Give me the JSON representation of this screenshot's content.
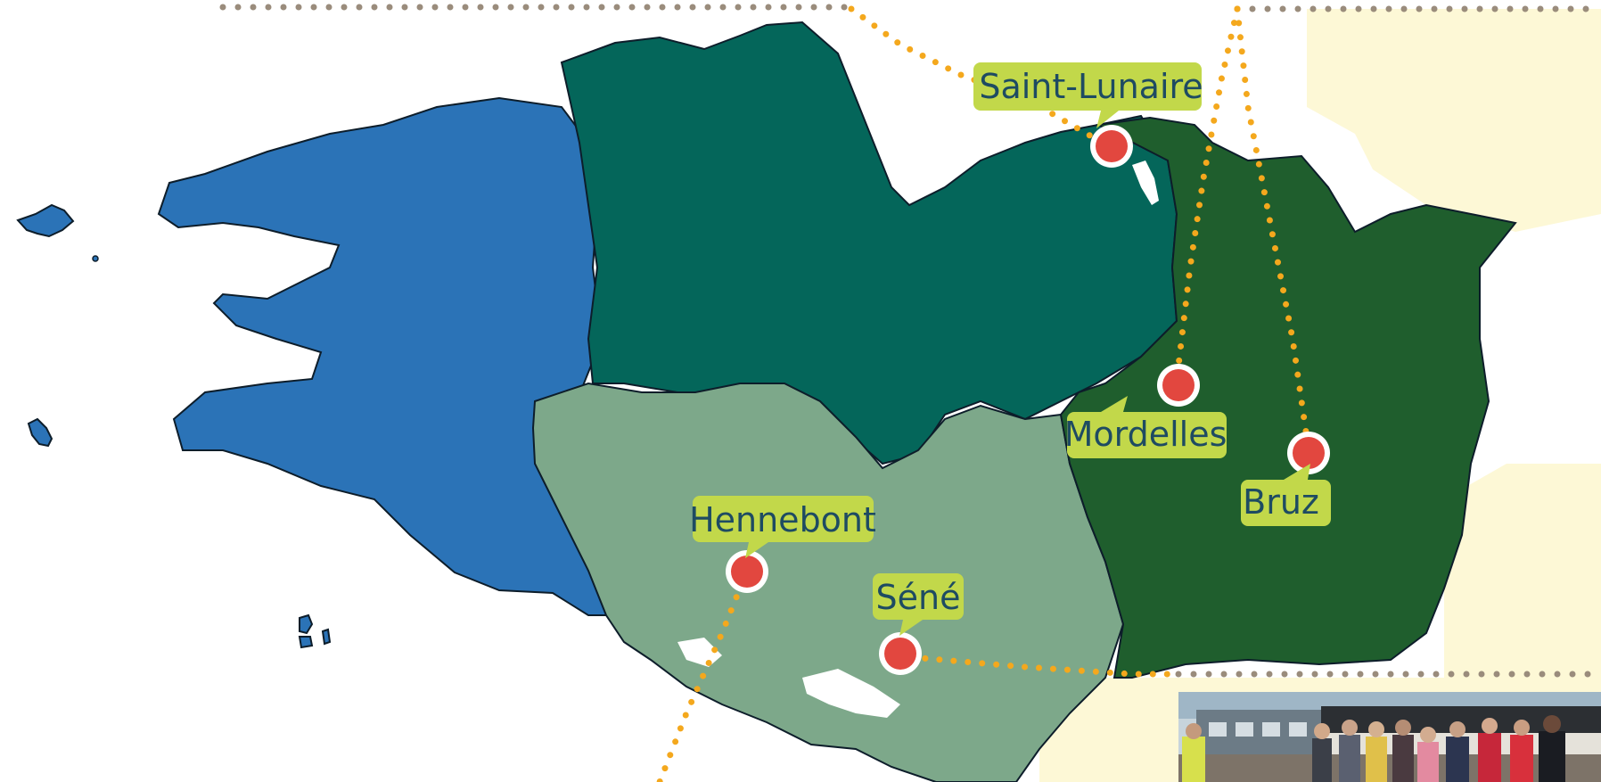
{
  "map": {
    "regions": [
      {
        "id": "finistere",
        "color": "#2b73b7"
      },
      {
        "id": "cotes-d-armor",
        "color": "#04665a"
      },
      {
        "id": "morbihan",
        "color": "#7da88a"
      },
      {
        "id": "ille-et-vilaine",
        "color": "#1f5e2d"
      },
      {
        "id": "neighbour",
        "color": "#fdf8d6"
      }
    ],
    "places": [
      {
        "key": "saint_lunaire",
        "name": "Saint-Lunaire"
      },
      {
        "key": "mordelles",
        "name": "Mordelles"
      },
      {
        "key": "bruz",
        "name": "Bruz"
      },
      {
        "key": "hennebont",
        "name": "Hennebont"
      },
      {
        "key": "sene",
        "name": "Séné"
      }
    ],
    "colors": {
      "label_bg": "#c2d84a",
      "label_text": "#1e4b62",
      "marker": "#e2473f",
      "connector": "#f4a81d",
      "dotted_border": "#9a8c7c"
    }
  }
}
